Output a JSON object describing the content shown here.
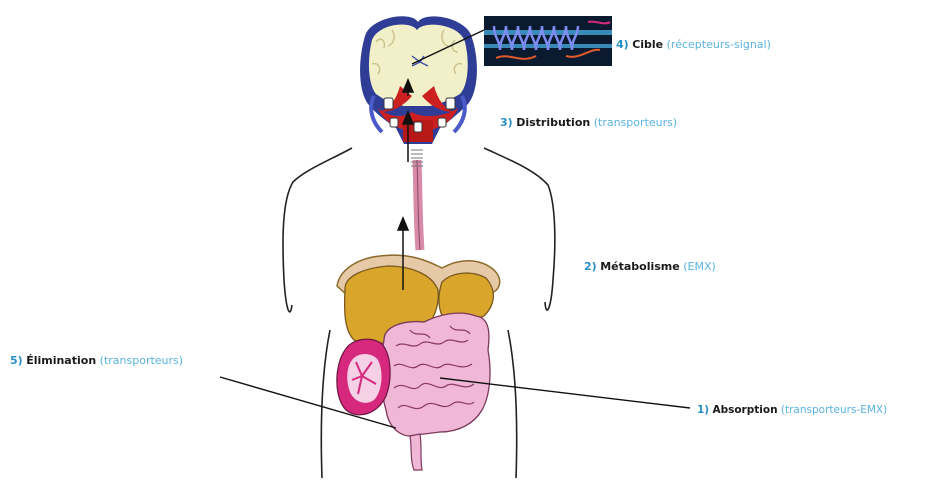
{
  "colors": {
    "number": "#2a8fc4",
    "term": "#1a1a1a",
    "paren": "#5ab3e0",
    "brain_tissue": "#f2f0c8",
    "brain_outline": "#3b4fa8",
    "vessel_red": "#cc2020",
    "organ_yellow": "#d9a52a",
    "liver_outline": "#8c6a2a",
    "intestine_pink": "#f0b7d6",
    "kidney_magenta": "#d6297e",
    "esophagus_pink": "#d88aa8",
    "receptor_bg": "#0c1a30",
    "receptor_blue": "#7e8cf0",
    "receptor_red": "#e25a2a"
  },
  "labels": [
    {
      "id": "cible",
      "number": "4)",
      "term": "Cible",
      "paren": "(récepteurs-signal)"
    },
    {
      "id": "distribution",
      "number": "3)",
      "term": "Distribution",
      "paren": "(transporteurs)"
    },
    {
      "id": "metabolisme",
      "number": "2)",
      "term": "Métabolisme",
      "paren": "(EMX)"
    },
    {
      "id": "elimination",
      "number": "5)",
      "term": "Élimination",
      "paren": "(transporteurs)"
    },
    {
      "id": "absorption",
      "number": "1)",
      "term": "Absorption",
      "paren": "(transporteurs-EMX)"
    }
  ]
}
